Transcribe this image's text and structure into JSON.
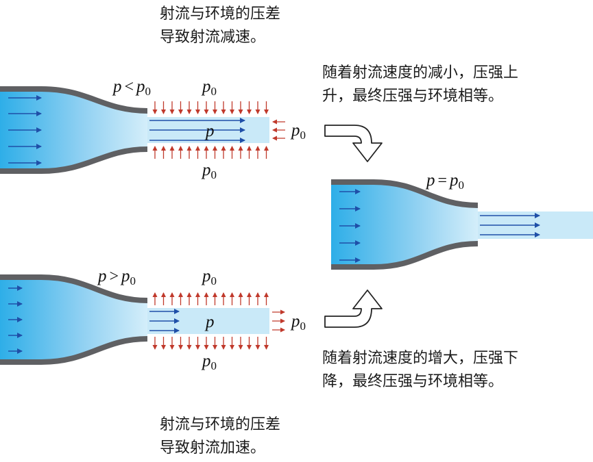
{
  "captions": {
    "top_cause_line1": "射流与环境的压差",
    "top_cause_line2": "导致射流减速。",
    "top_result_line1": "随着射流速度的减小，压强上",
    "top_result_line2": "升，最终压强与环境相等。",
    "bottom_result_line1": "随着射流速度的增大，压强下",
    "bottom_result_line2": "降，最终压强与环境相等。",
    "bottom_cause_line1": "射流与环境的压差",
    "bottom_cause_line2": "导致射流加速。"
  },
  "symbols": {
    "p": "p",
    "p0_base": "p",
    "p0_sub": "0",
    "less_than": "<",
    "greater_than": ">",
    "equals": "="
  },
  "colors": {
    "wall": "#5f6063",
    "flow_dark": "#2eaee8",
    "flow_light": "#c9e9f8",
    "velocity_arrow": "#1f4fa8",
    "pressure_arrow": "#c0392b",
    "turn_arrow_stroke": "#222222"
  }
}
